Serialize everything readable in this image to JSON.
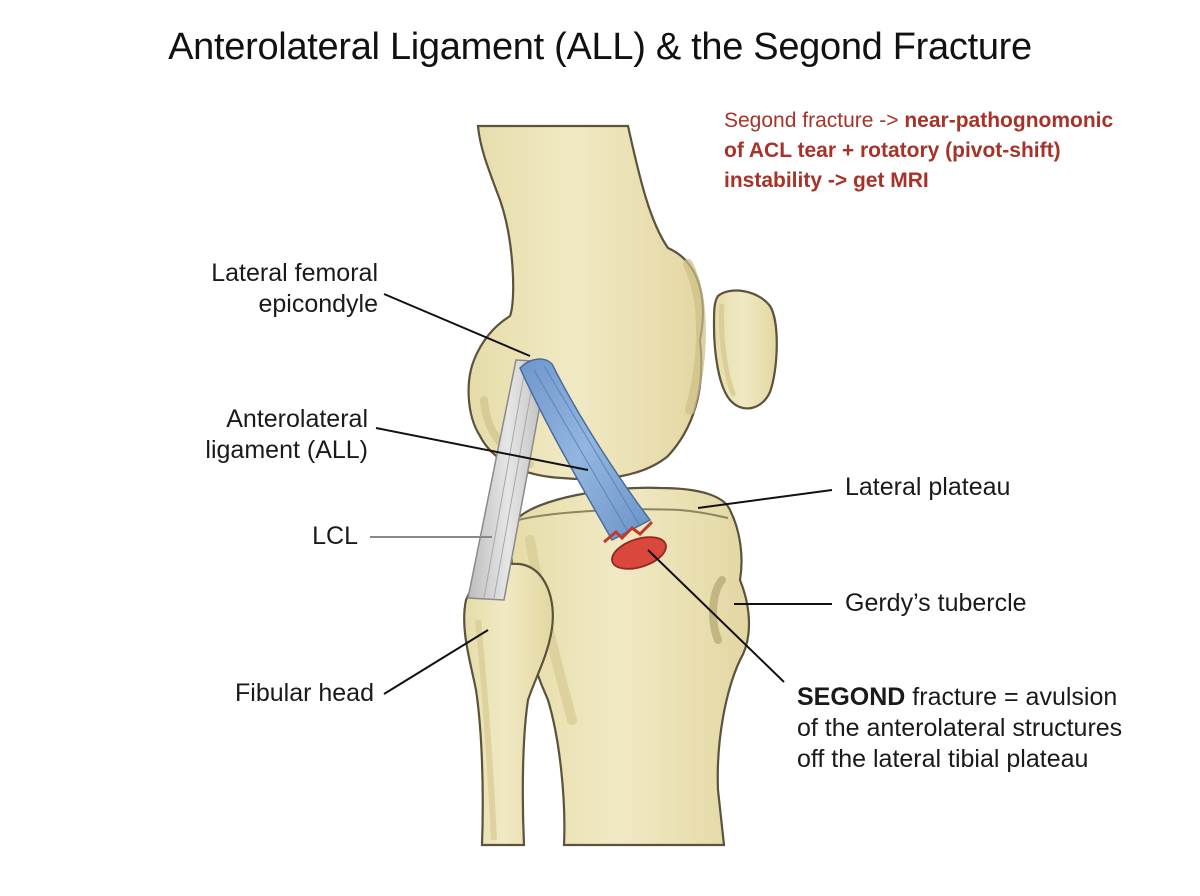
{
  "title": "Anterolateral Ligament (ALL) & the Segond Fracture",
  "note": {
    "line1_a": "Segond fracture -> ",
    "line1_b": "near-pathognomonic",
    "line2": "of ACL tear + rotatory (pivot-shift)",
    "line3": "instability -> get MRI"
  },
  "labels": {
    "lateral_femoral_epicondyle": [
      "Lateral femoral",
      "epicondyle"
    ],
    "anterolateral_ligament": [
      "Anterolateral",
      "ligament (ALL)"
    ],
    "lcl": "LCL",
    "fibular_head": "Fibular head",
    "lateral_plateau": "Lateral plateau",
    "gerdys_tubercle": "Gerdy’s tubercle",
    "segond_bold": "SEGOND",
    "segond_line1_rest": " fracture = avulsion",
    "segond_line2": "of the anterolateral structures",
    "segond_line3": "off the lateral tibial plateau"
  },
  "colors": {
    "bone": "#efe6bc",
    "bone_shade": "#d9cc95",
    "outline": "#5a533e",
    "all_ligament": "#7ea6d6",
    "lcl": "#d3d3d3",
    "fracture": "#d9473d",
    "note_text": "#a83228"
  }
}
